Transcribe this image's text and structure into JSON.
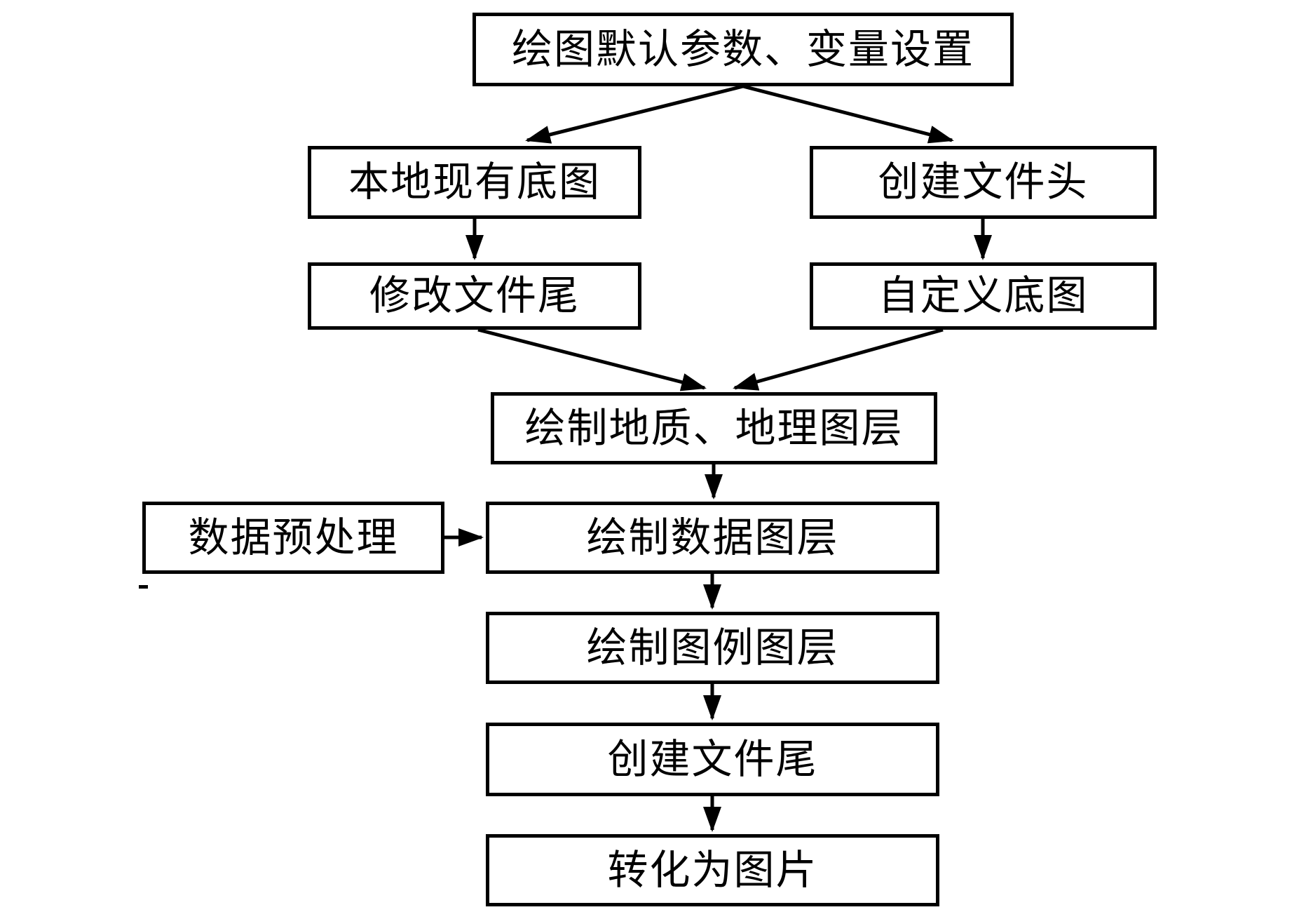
{
  "diagram": {
    "type": "flowchart",
    "background_color": "#ffffff",
    "line_color": "#000000",
    "nodes": {
      "top": {
        "label": "绘图默认参数、变量设置"
      },
      "local_base": {
        "label": "本地现有底图"
      },
      "create_header": {
        "label": "创建文件头"
      },
      "modify_tail": {
        "label": "修改文件尾"
      },
      "custom_base": {
        "label": "自定义底图"
      },
      "geo_layer": {
        "label": "绘制地质、地理图层"
      },
      "preprocess": {
        "label": "数据预处理"
      },
      "data_layer": {
        "label": "绘制数据图层"
      },
      "legend_layer": {
        "label": "绘制图例图层"
      },
      "create_tail": {
        "label": "创建文件尾"
      },
      "to_image": {
        "label": "转化为图片"
      }
    },
    "edges": [
      {
        "from": "top",
        "to": "local_base"
      },
      {
        "from": "top",
        "to": "create_header"
      },
      {
        "from": "local_base",
        "to": "modify_tail"
      },
      {
        "from": "create_header",
        "to": "custom_base"
      },
      {
        "from": "modify_tail",
        "to": "geo_layer"
      },
      {
        "from": "custom_base",
        "to": "geo_layer"
      },
      {
        "from": "geo_layer",
        "to": "data_layer"
      },
      {
        "from": "preprocess",
        "to": "data_layer"
      },
      {
        "from": "data_layer",
        "to": "legend_layer"
      },
      {
        "from": "legend_layer",
        "to": "create_tail"
      },
      {
        "from": "create_tail",
        "to": "to_image"
      }
    ]
  }
}
